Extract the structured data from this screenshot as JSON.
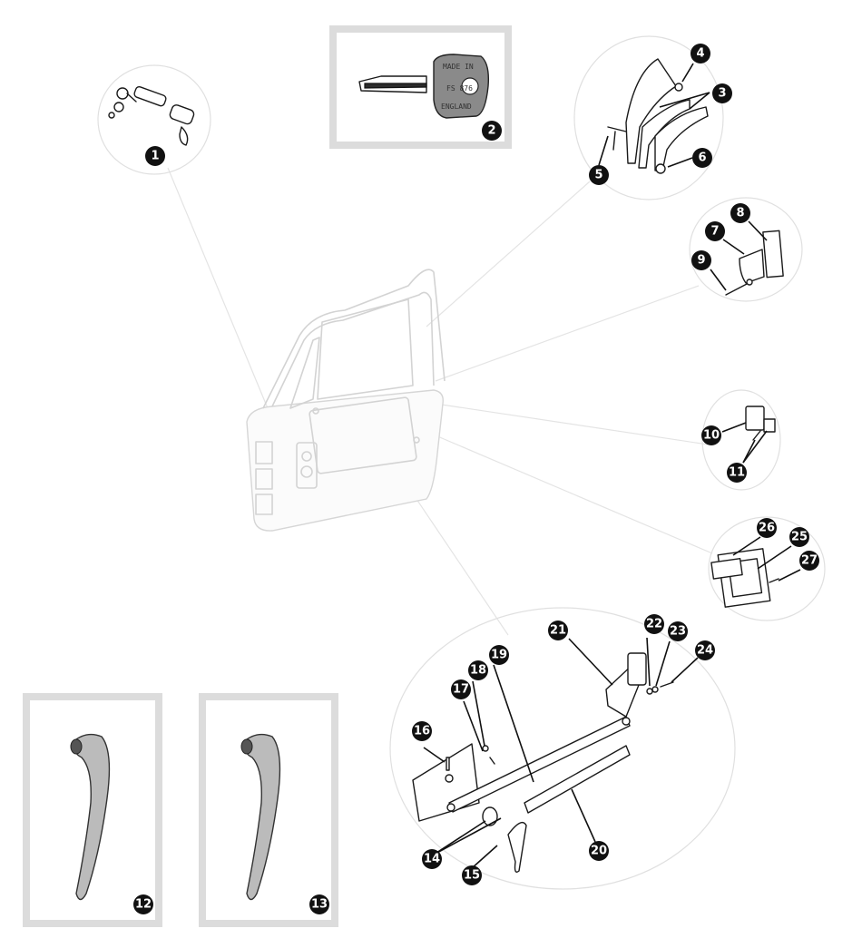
{
  "callouts": {
    "c1": "1",
    "c2": "2",
    "c3": "3",
    "c4": "4",
    "c5": "5",
    "c6": "6",
    "c7": "7",
    "c8": "8",
    "c9": "9",
    "c10": "10",
    "c11": "11",
    "c12": "12",
    "c13": "13",
    "c14": "14",
    "c15": "15",
    "c16": "16",
    "c17": "17",
    "c18": "18",
    "c19": "19",
    "c20": "20",
    "c21": "21",
    "c22": "22",
    "c23": "23",
    "c24": "24",
    "c25": "25",
    "c26": "26",
    "c27": "27"
  },
  "key_stamp": {
    "line1": "MADE IN",
    "line2": "FS 876",
    "line3": "ENGLAND"
  },
  "colors": {
    "badge": "#111111",
    "frame": "#dcdcdc",
    "door_outline": "#d3d3d3"
  }
}
